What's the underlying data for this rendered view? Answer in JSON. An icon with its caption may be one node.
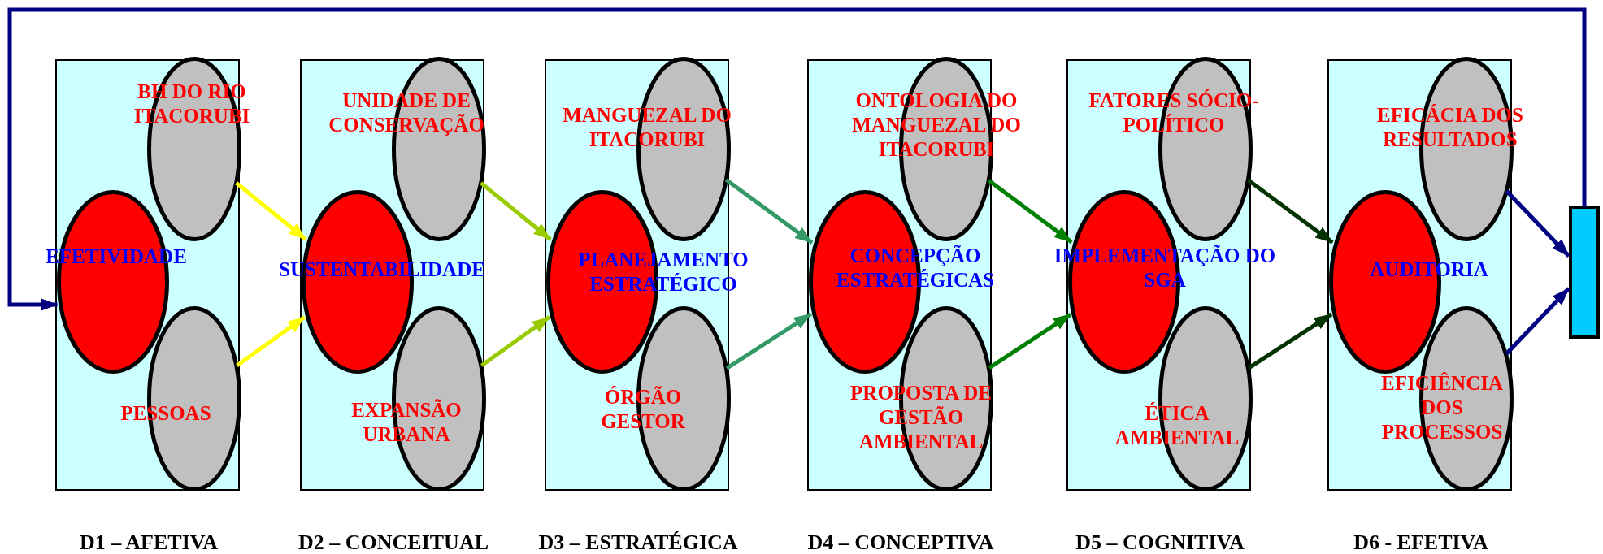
{
  "diagram": {
    "nodes": [
      {
        "text": [
          "D1 – AFETIVA"
        ]
      },
      {
        "text": [
          "BH  DO RIO ITACORUBI"
        ],
        "in": 0
      },
      {
        "text": [
          "EFETIVIDADE"
        ],
        "in": 0
      },
      {
        "text": [
          "PESSOAS"
        ],
        "in": 0
      },
      {
        "text": [
          "D2 – CONCEITUAL"
        ]
      },
      {
        "text": [
          "UNIDADE  DE CONSERVAÇÃO"
        ],
        "in": 4
      },
      {
        "text": [
          "SUSTENTABILIDADE"
        ],
        "in": 4
      },
      {
        "text": [
          "EXPANSÃO URBANA"
        ],
        "in": 4
      },
      {
        "text": [
          "D3 – ESTRATÉGICA"
        ]
      },
      {
        "text": [
          "MANGUEZAL DO ITACORUBI"
        ],
        "in": 8
      },
      {
        "text": [
          "PLANEJAMENTO ESTRATÉGICO"
        ],
        "in": 8
      },
      {
        "text": [
          "ÓRGÃO GESTOR"
        ],
        "in": 8
      },
      {
        "text": [
          "D4 – CONCEPTIVA"
        ]
      },
      {
        "text": [
          "ONTOLOGIA DO MANGUEZAL DO ITACORUBI"
        ],
        "in": 12
      },
      {
        "text": [
          "CONCEPÇÃO ESTRATÉGICAS"
        ],
        "in": 12
      },
      {
        "text": [
          "PROPOSTA DE GESTÃO AMBIENTAL"
        ],
        "in": 12
      },
      {
        "text": [
          "D5 – COGNITIVA"
        ]
      },
      {
        "text": [
          "FATORES SÓCIO-POLÍTICO"
        ],
        "in": 16
      },
      {
        "text": [
          "IMPLEMENTAÇÃO DO SGA"
        ],
        "in": 16
      },
      {
        "text": [
          "ÉTICA AMBIENTAL"
        ],
        "in": 16
      },
      {
        "text": [
          "D6 - EFETIVA"
        ]
      },
      {
        "text": [
          "EFICÁCIA  DOS RESULTADOS"
        ],
        "in": 20
      },
      {
        "text": [
          "AUDITORIA"
        ],
        "in": 20
      },
      {
        "text": [
          "EFICIÊNCIA DOS PROCESSOS"
        ],
        "in": 20
      },
      {
        "text": [],
        "shape": "box"
      }
    ],
    "edges": [
      {
        "from": 1,
        "to": 6,
        "arrow": "to",
        "color": "#ffff00"
      },
      {
        "from": 3,
        "to": 6,
        "arrow": "to",
        "color": "#ffff00"
      },
      {
        "from": 5,
        "to": 10,
        "arrow": "to",
        "color": "#99cc00"
      },
      {
        "from": 7,
        "to": 10,
        "arrow": "to",
        "color": "#99cc00"
      },
      {
        "from": 9,
        "to": 14,
        "arrow": "to",
        "color": "#339966"
      },
      {
        "from": 11,
        "to": 14,
        "arrow": "to",
        "color": "#339966"
      },
      {
        "from": 13,
        "to": 18,
        "arrow": "to",
        "color": "#008000"
      },
      {
        "from": 15,
        "to": 18,
        "arrow": "to",
        "color": "#008000"
      },
      {
        "from": 17,
        "to": 22,
        "arrow": "to",
        "color": "#003300"
      },
      {
        "from": 19,
        "to": 22,
        "arrow": "to",
        "color": "#003300"
      },
      {
        "from": 21,
        "to": 24,
        "arrow": "to",
        "color": "#000080"
      },
      {
        "from": 23,
        "to": 24,
        "arrow": "to",
        "color": "#000080"
      },
      {
        "from": 24,
        "to": 2,
        "arrow": "to",
        "color": "#000080"
      }
    ]
  }
}
